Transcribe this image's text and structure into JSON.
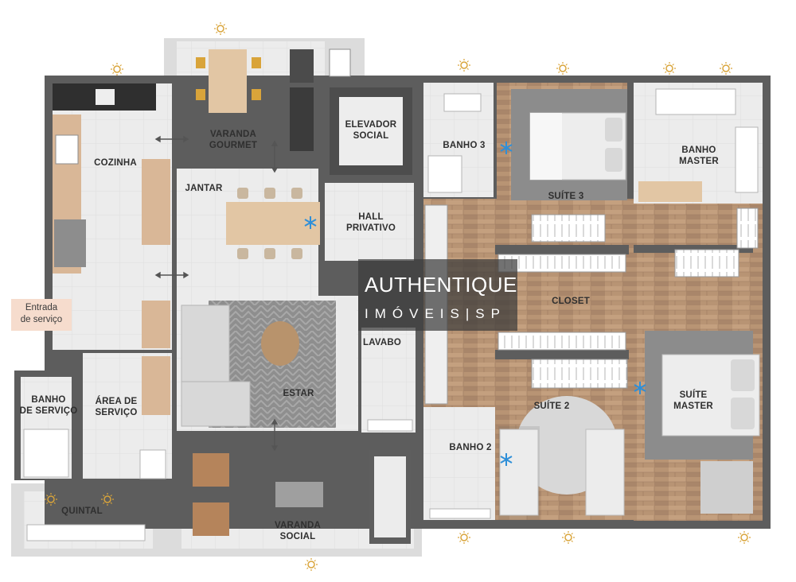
{
  "rooms": {
    "cozinha": "COZINHA",
    "varanda_gourmet": [
      "VARANDA",
      "GOURMET"
    ],
    "elevador_social": [
      "ELEVADOR",
      "SOCIAL"
    ],
    "jantar": "JANTAR",
    "hall_privativo": [
      "HALL",
      "PRIVATIVO"
    ],
    "banho_3": "BANHO 3",
    "suite_3": "SUÍTE 3",
    "banho_master": [
      "BANHO",
      "MASTER"
    ],
    "closet": "CLOSET",
    "estar": "ESTAR",
    "lavabo": "LAVABO",
    "suite_2": "SUÍTE 2",
    "suite_master": [
      "SUÍTE",
      "MASTER"
    ],
    "banho_2": "BANHO 2",
    "banho_servico": [
      "BANHO",
      "DE SERVIÇO"
    ],
    "area_servico": [
      "ÁREA DE",
      "SERVIÇO"
    ],
    "quintal": "QUINTAL",
    "varanda_social": [
      "VARANDA",
      "SOCIAL"
    ]
  },
  "entrada_servico": [
    "Entrada",
    "de serviço"
  ],
  "watermark": {
    "line1": "AUTHENTIQUE",
    "line2": "IMÓVEIS|SP"
  },
  "colors": {
    "wall": "#5d5d5d",
    "wood_floor": "#b89474",
    "tile_floor": "#e9e9e9",
    "sun_icon": "#d9a43a",
    "ac_icon": "#2f8fd8",
    "entrada_bg": "#f6dccd"
  },
  "icons": {
    "sun": "sun-icon",
    "air_conditioning": "snowflake-icon",
    "arrow": "double-arrow-icon"
  }
}
